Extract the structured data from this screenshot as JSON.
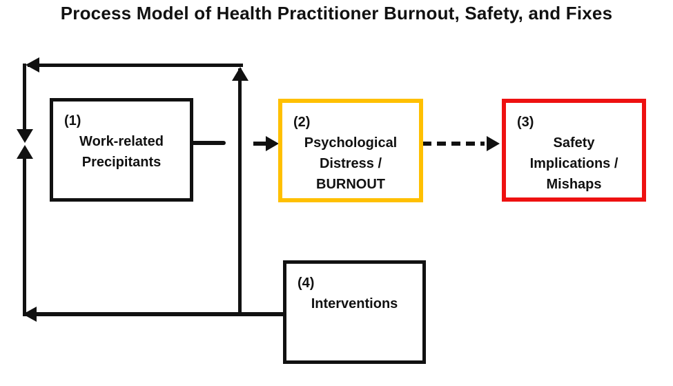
{
  "title": "Process Model of Health Practitioner Burnout, Safety, and Fixes",
  "boxes": [
    {
      "number": "(1)",
      "label": "Work-related\nPrecipitants",
      "border_color": "#111111"
    },
    {
      "number": "(2)",
      "label": "Psychological\nDistress /\nBURNOUT",
      "border_color": "#FFC000"
    },
    {
      "number": "(3)",
      "label": "Safety\nImplications /\nMishaps",
      "border_color": "#EE1111"
    },
    {
      "number": "(4)",
      "label": "Interventions",
      "border_color": "#111111"
    }
  ],
  "colors": {
    "background": "#FFFFFF",
    "text": "#111111",
    "connector": "#111111",
    "burnout_box_border": "#FFC000",
    "safety_box_border": "#EE1111"
  }
}
